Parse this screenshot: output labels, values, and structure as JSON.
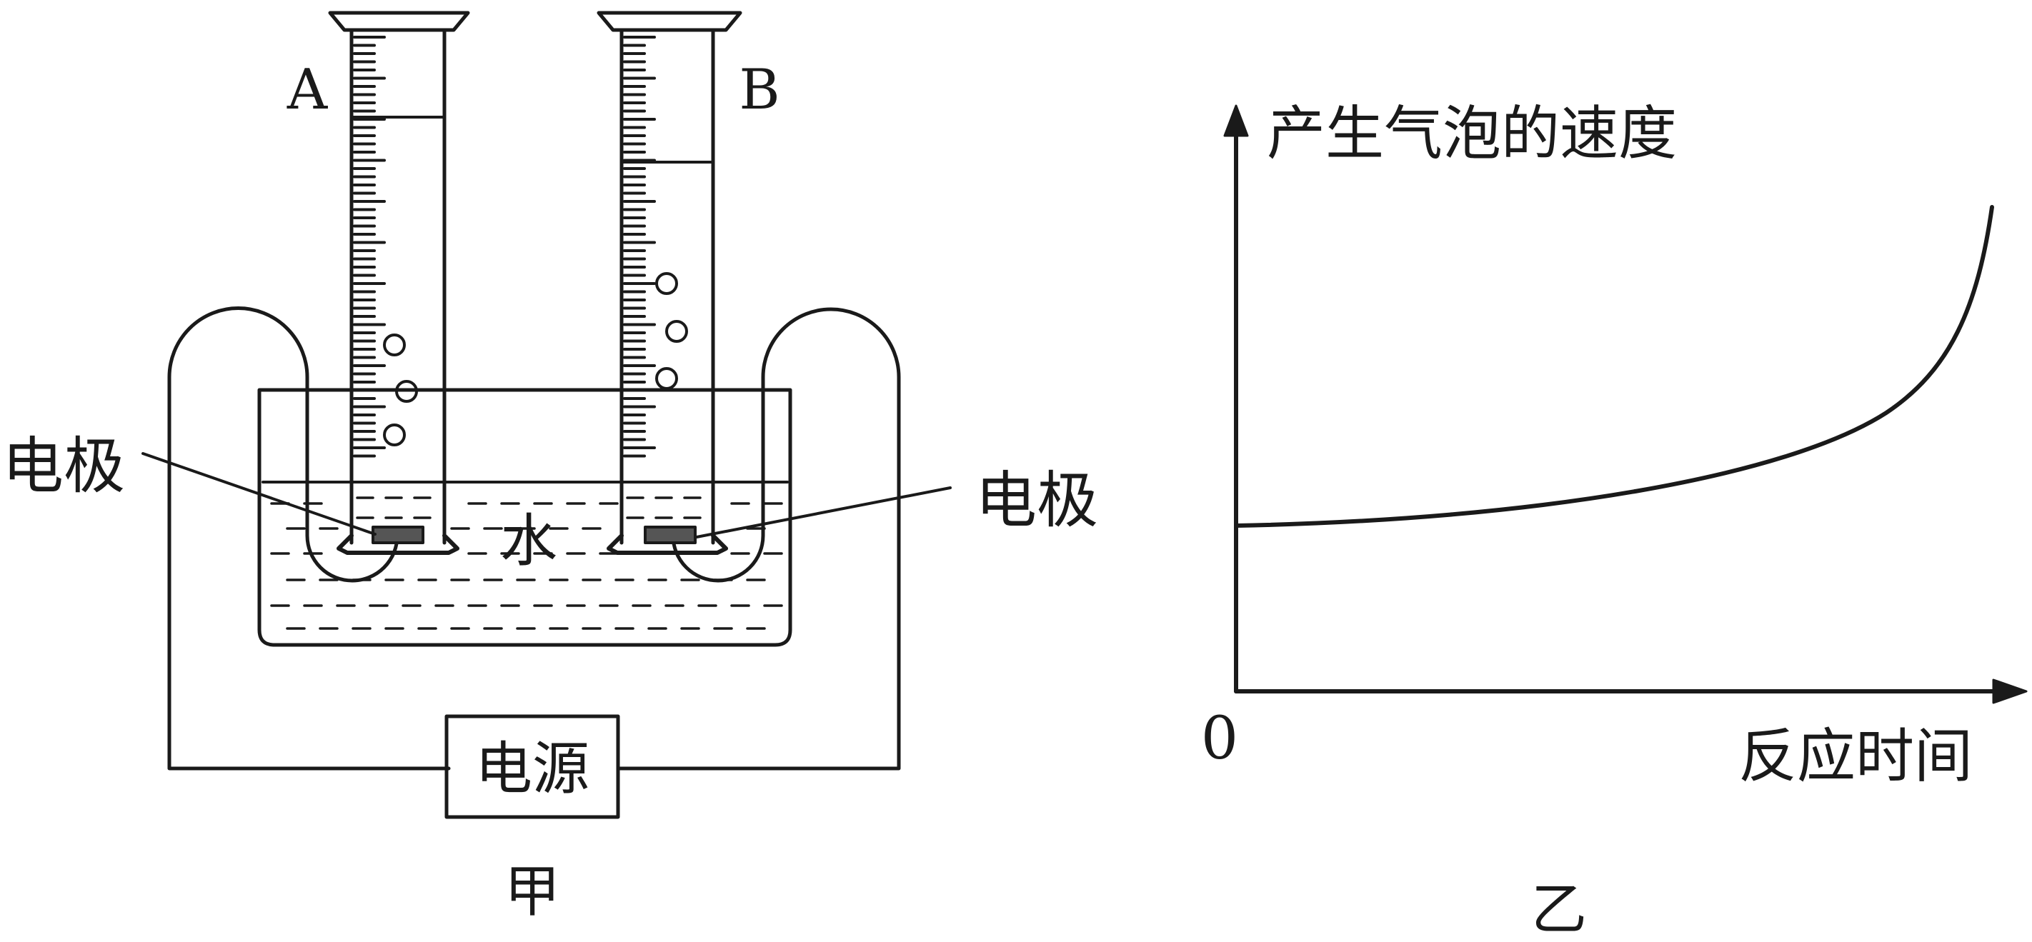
{
  "apparatus": {
    "cylinder_a_label": "A",
    "cylinder_b_label": "B",
    "electrode_left_label": "电极",
    "electrode_right_label": "电极",
    "water_label": "水",
    "power_label": "电源",
    "caption": "甲"
  },
  "graph": {
    "ylabel": "产生气泡的速度",
    "xlabel": "反应时间",
    "origin_label": "0",
    "caption": "乙"
  },
  "colors": {
    "ink": "#1a1a1a",
    "electrode": "#555555",
    "background": "#ffffff"
  }
}
